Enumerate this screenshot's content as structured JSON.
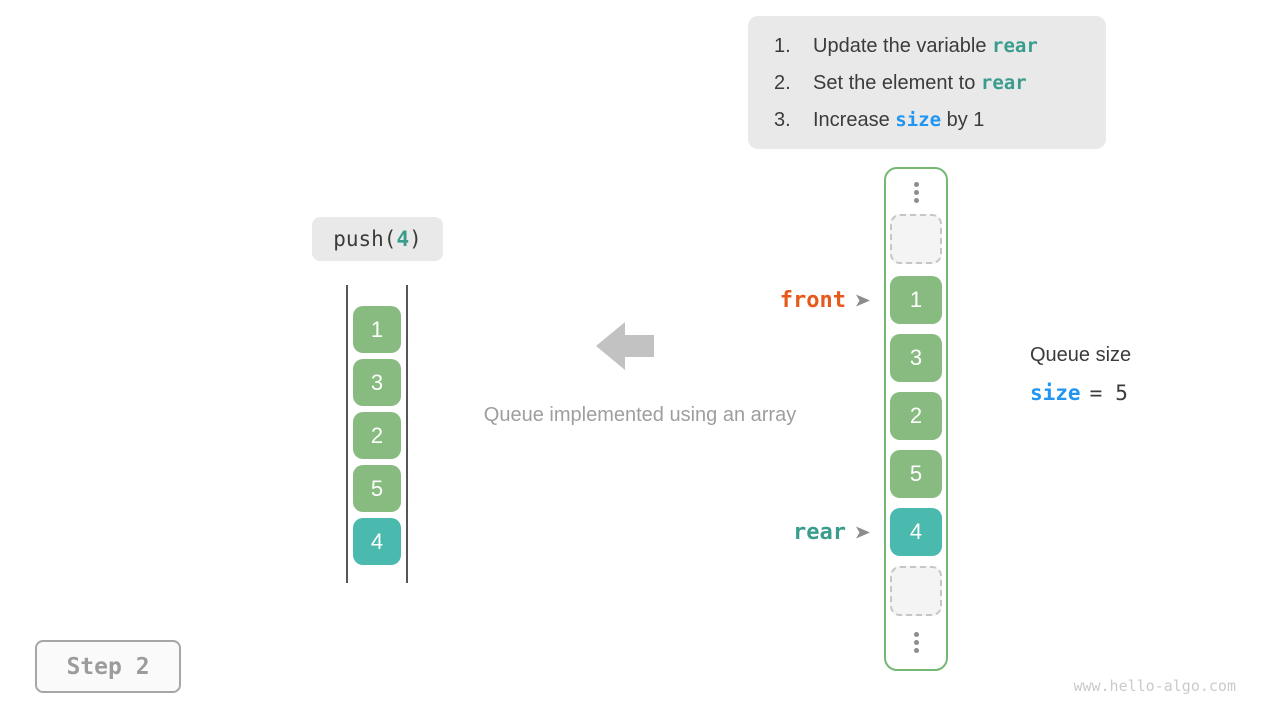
{
  "instructions": {
    "items": [
      {
        "num": "1.",
        "pre": "Update the variable ",
        "code": "rear",
        "post": ""
      },
      {
        "num": "2.",
        "pre": "Set the element to ",
        "code": "rear",
        "post": ""
      },
      {
        "num": "3.",
        "pre": "Increase ",
        "code": "size",
        "post": " by 1"
      }
    ]
  },
  "push_label": {
    "open": "push(",
    "arg": "4",
    "close": ")"
  },
  "left_stack": {
    "values": [
      "1",
      "3",
      "2",
      "5",
      "4"
    ],
    "highlight_value": "4"
  },
  "caption": "Queue implemented using an array",
  "array": {
    "values": [
      "1",
      "3",
      "2",
      "5",
      "4"
    ],
    "highlight_value": "4",
    "pointers": {
      "front_label": "front",
      "rear_label": "rear"
    }
  },
  "queue_size": {
    "title": "Queue size",
    "variable": "size",
    "equals": "=",
    "value": "5"
  },
  "step_badge": "Step 2",
  "watermark": "www.hello-algo.com",
  "icons": {
    "direction_arrow": "arrow-left-icon",
    "pointer_arrow": "triangle-right-icon",
    "ellipsis": "vertical-ellipsis-icon"
  },
  "colors": {
    "cell_green": "#87bb7f",
    "cell_teal": "#4ab9ae",
    "code_teal": "#3a9c8d",
    "code_blue": "#2095f2",
    "front_orange": "#e7591b",
    "container_border_green": "#74b874",
    "panel_gray": "#e9e9e9",
    "arrow_gray": "#c2c2c2"
  }
}
